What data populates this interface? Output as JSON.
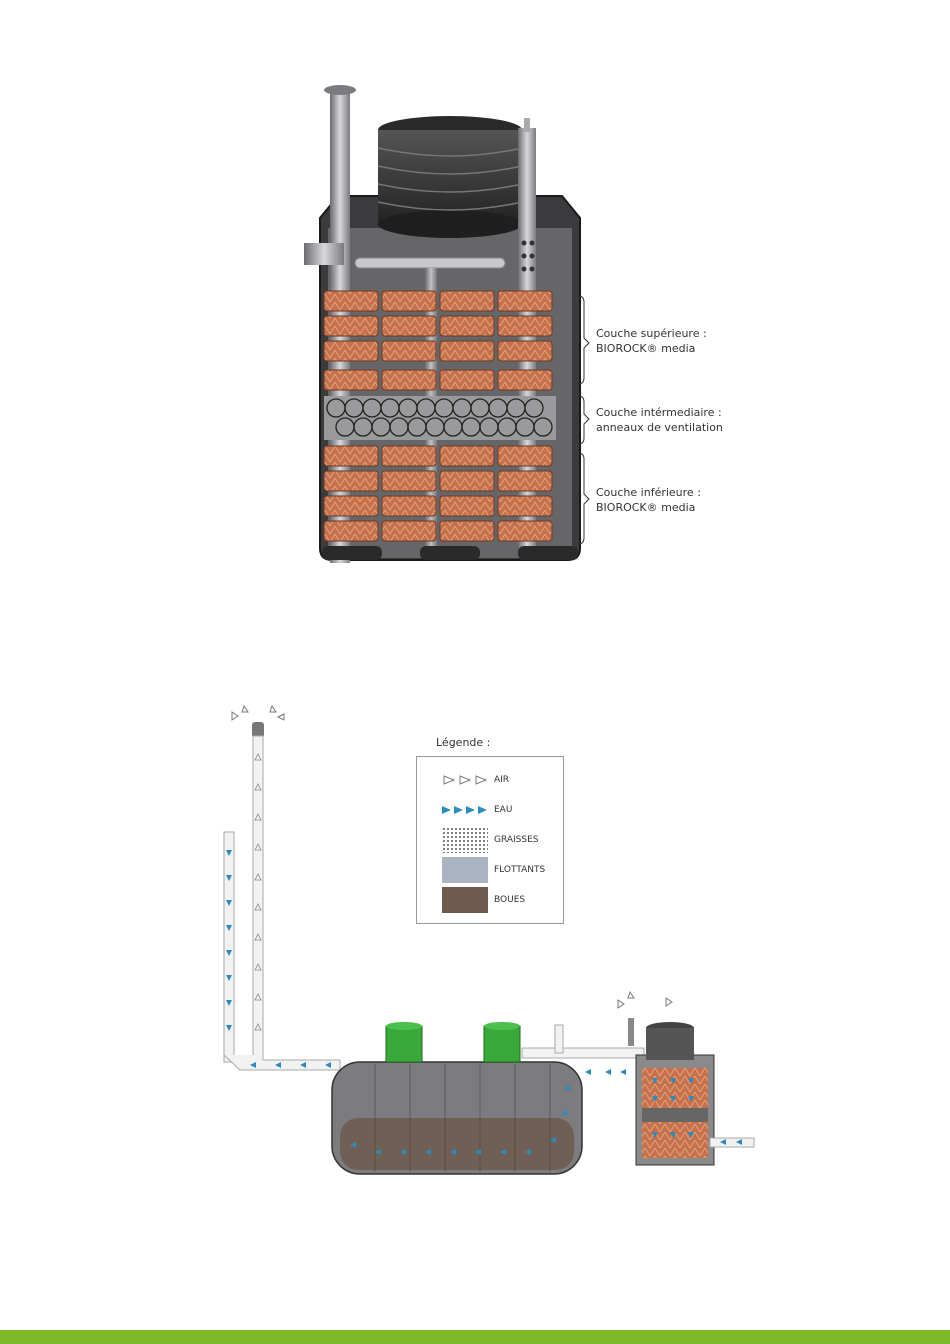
{
  "top_diagram": {
    "labels": {
      "upper": {
        "line1": "Couche supérieure :",
        "line2": "BIOROCK® media"
      },
      "middle": {
        "line1": "Couche intérmediaire :",
        "line2": "anneaux de ventilation"
      },
      "lower": {
        "line1": "Couche inférieure :",
        "line2": "BIOROCK® media"
      }
    }
  },
  "legend": {
    "title": "Légende :",
    "items": [
      {
        "label": "AIR",
        "icon": "air-arrows-icon"
      },
      {
        "label": "EAU",
        "icon": "water-arrows-icon"
      },
      {
        "label": "GRAISSES",
        "icon": "dotted-swatch"
      },
      {
        "label": "FLOTTANTS",
        "icon": "grey-swatch"
      },
      {
        "label": "BOUES",
        "icon": "brown-swatch"
      }
    ]
  },
  "colors": {
    "media_orange": "#c8704a",
    "tank_grey": "#3d3d3d",
    "green_lid": "#3aa83a",
    "water_blue": "#2a8cc0",
    "flottants": "#aab3c2",
    "boues": "#6e5a4c",
    "footer_green": "#7db928"
  }
}
